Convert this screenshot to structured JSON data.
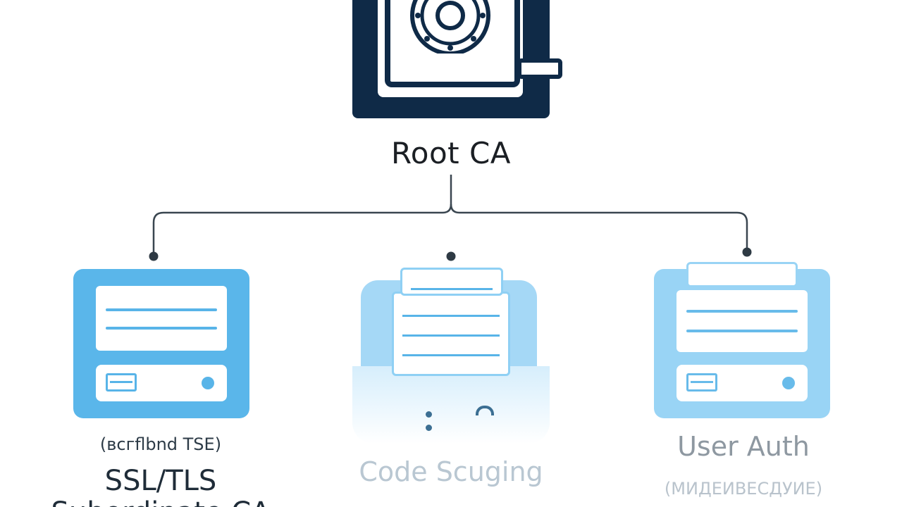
{
  "diagram": {
    "root": {
      "label": "Root CA",
      "icon": "vault-safe-icon"
    },
    "nodes": [
      {
        "id": "ssl",
        "title": "SSL/TLS",
        "subtitle": "(всгflbnd TSE)",
        "title_line2": "Subordinate CA",
        "icon": "certificate-server-icon"
      },
      {
        "id": "code",
        "title": "Code Scuging",
        "icon": "scanner-printer-icon"
      },
      {
        "id": "user",
        "title": "User Auth",
        "subtitle": "(МИДЕИВЕСДУИЕ)",
        "icon": "certificate-server-icon"
      }
    ],
    "colors": {
      "navy": "#0f2a47",
      "card_blue": "#5ab6ea",
      "card_light": "#b9e2f9",
      "line": "#2e3a44"
    }
  }
}
